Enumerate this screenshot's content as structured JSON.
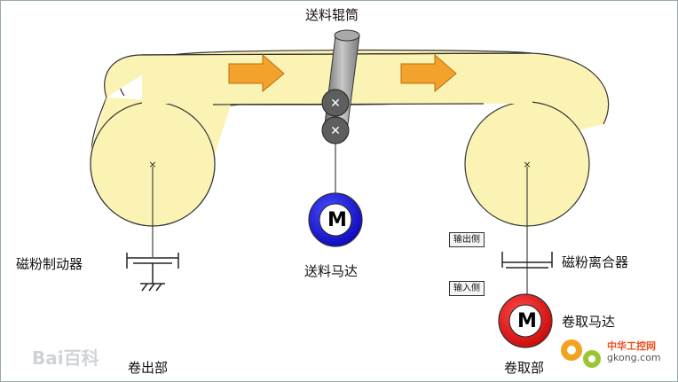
{
  "labels": {
    "feed_roller": "送料辊筒",
    "brake": "磁粉制动器",
    "feed_motor": "送料马达",
    "clutch": "磁粉离合器",
    "output_side": "输出侧",
    "input_side": "输入侧",
    "takeup_motor": "卷取马达",
    "unwind": "卷出部",
    "takeup": "卷取部"
  },
  "motor_symbol": "M",
  "watermarks": {
    "left_logo": "Bai百科",
    "right_site_cn": "中华工控网",
    "right_site_url": "gkong.com"
  },
  "colors": {
    "belt_fill": "#fbf3b4",
    "feed_motor": "#1a10d0",
    "takeup_motor": "#e21414",
    "arrow": "#f3a22c",
    "roller": "#8a8a8a"
  }
}
